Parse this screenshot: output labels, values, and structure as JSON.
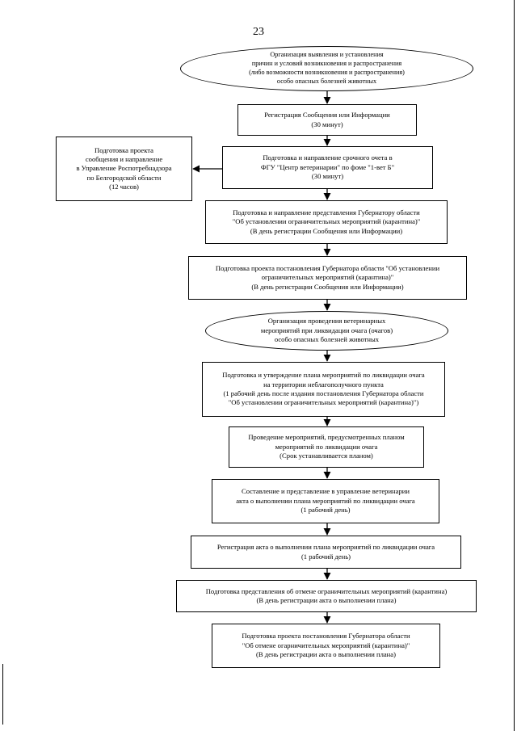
{
  "page_number": "23",
  "flow": {
    "ellipse_start": [
      "Организация выявления и установления",
      "причин и условий возникновения и распространения",
      "(либо возможности возникновения и распространения)",
      "особо опасных болезней животных"
    ],
    "reg_message": [
      "Регистрация Сообщения или Информации",
      "(30 минут)"
    ],
    "urgent_report": [
      "Подготовка и направление срочного очета в",
      "ФГУ \"Центр ветеринарии\" по фоме \"1-вет Б\"",
      "(30 минут)"
    ],
    "side_message": [
      "Подготовка проекта",
      "сообщения и направление",
      "в Управление Роспотребнадзора",
      "по Белгородской области",
      "(12 часов)"
    ],
    "governor_submission": [
      "Подготовка и направление представления Губернатору области",
      "\"Об установлении ограничительных мероприятий (карантина)\"",
      "(В день регистрации Сообщения или Информации)"
    ],
    "draft_resolution": [
      "Подготовка проекта постановления Губернатора области \"Об установлении",
      "ограничительных мероприятий (карантина)\"",
      "(В день регистрации Сообщения или Информации)"
    ],
    "ellipse_measures": [
      "Организация проведения ветеринарных",
      "мероприятий при ликвидации очага (очагов)",
      "особо опасных болезней животных"
    ],
    "plan_approval": [
      "Подготовка и утверждение плана мероприятий по ликвидации очага",
      "на территории неблагополучного пункта",
      "(1 рабочий день после издания постановления Губернатора области",
      "\"Об установлении ограничительных мероприятий (карантина)\")"
    ],
    "carry_out": [
      "Проведение мероприятий, предусмотренных планом",
      "мероприятий по ликвидации очага",
      "(Срок устанавливается планом)"
    ],
    "act_submission": [
      "Составление и представление в управление ветеринарии",
      "акта о выполнении плана мероприятий по ликвидации очага",
      "(1 рабочий день)"
    ],
    "act_registration": [
      "Регистрация акта о выполнении плана мероприятий по ликвидации очага",
      "(1 рабочий день)"
    ],
    "cancel_submission": [
      "Подготовка представления об отмене ограничительных мероприятий (карантина)",
      "(В день регистрации акта о выполнении плана)"
    ],
    "cancel_resolution": [
      "Подготовка проекта постановления Губернатора области",
      "\"Об отмене огарничительных мероприятий (карантина)\"",
      "(В день регистрации акта о выполнении плана)"
    ]
  }
}
